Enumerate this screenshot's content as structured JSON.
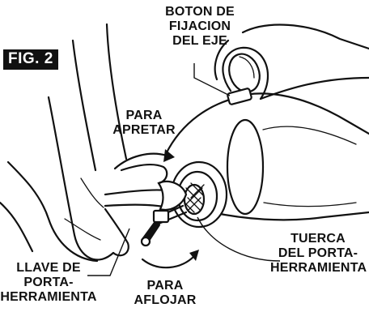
{
  "figure": {
    "label": "FIG. 2"
  },
  "callouts": {
    "shaft_lock": [
      "BOTON DE",
      "FIJACION",
      "DEL EJE"
    ],
    "tighten": [
      "PARA",
      "APRETAR"
    ],
    "loosen": [
      "PARA",
      "AFLOJAR"
    ],
    "collet_nut": [
      "TUERCA",
      "DEL PORTA-",
      "HERRAMIENTA"
    ],
    "collet_wrench": [
      "LLAVE DE",
      "PORTA-",
      "HERRAMIENTA"
    ]
  }
}
